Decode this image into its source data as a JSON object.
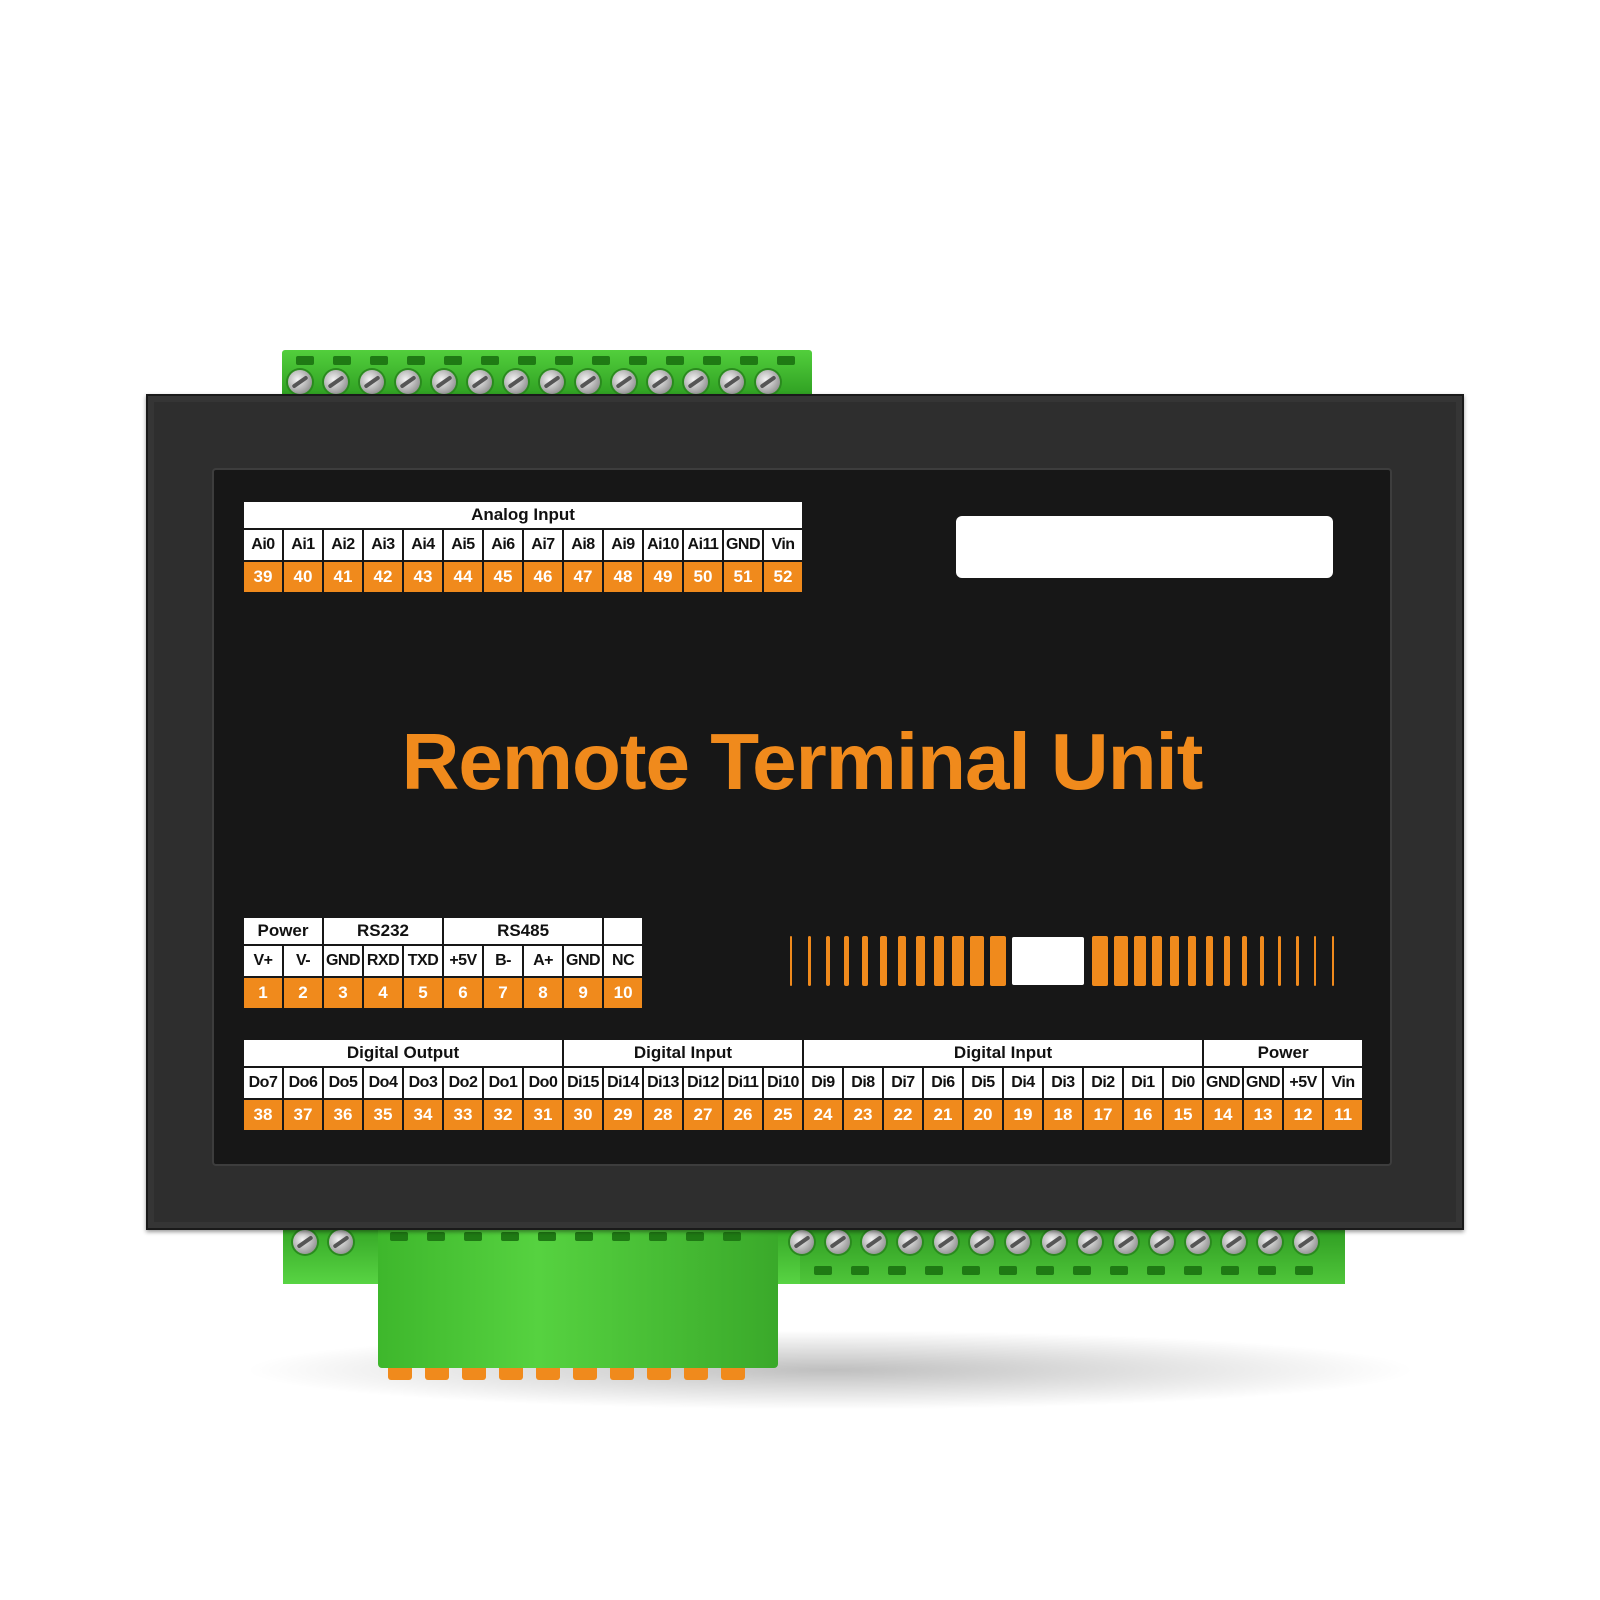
{
  "product": {
    "title": "Remote Terminal Unit"
  },
  "analog_block": {
    "group_label": "Analog Input",
    "signals": [
      "Ai0",
      "Ai1",
      "Ai2",
      "Ai3",
      "Ai4",
      "Ai5",
      "Ai6",
      "Ai7",
      "Ai8",
      "Ai9",
      "Ai10",
      "Ai11",
      "GND",
      "Vin"
    ],
    "pins": [
      "39",
      "40",
      "41",
      "42",
      "43",
      "44",
      "45",
      "46",
      "47",
      "48",
      "49",
      "50",
      "51",
      "52"
    ]
  },
  "comm_block": {
    "groups": [
      "Power",
      "RS232",
      "RS485",
      ""
    ],
    "signals": [
      "V+",
      "V-",
      "GND",
      "RXD",
      "TXD",
      "+5V",
      "B-",
      "A+",
      "GND",
      "NC"
    ],
    "pins": [
      "1",
      "2",
      "3",
      "4",
      "5",
      "6",
      "7",
      "8",
      "9",
      "10"
    ]
  },
  "io_block": {
    "groups": [
      "Digital Output",
      "Digital Input",
      "Digital Input",
      "Power"
    ],
    "signals": [
      "Do7",
      "Do6",
      "Do5",
      "Do4",
      "Do3",
      "Do2",
      "Do1",
      "Do0",
      "Di15",
      "Di14",
      "Di13",
      "Di12",
      "Di11",
      "Di10",
      "Di9",
      "Di8",
      "Di7",
      "Di6",
      "Di5",
      "Di4",
      "Di3",
      "Di2",
      "Di1",
      "Di0",
      "GND",
      "GND",
      "+5V",
      "Vin"
    ],
    "pins": [
      "38",
      "37",
      "36",
      "35",
      "34",
      "33",
      "32",
      "31",
      "30",
      "29",
      "28",
      "27",
      "26",
      "25",
      "24",
      "23",
      "22",
      "21",
      "20",
      "19",
      "18",
      "17",
      "16",
      "15",
      "14",
      "13",
      "12",
      "11"
    ]
  },
  "colors": {
    "accent_orange": "#f08a1c",
    "housing": "#2e2e2e",
    "panel": "#171717",
    "terminal_green": "#3fbd2e"
  }
}
